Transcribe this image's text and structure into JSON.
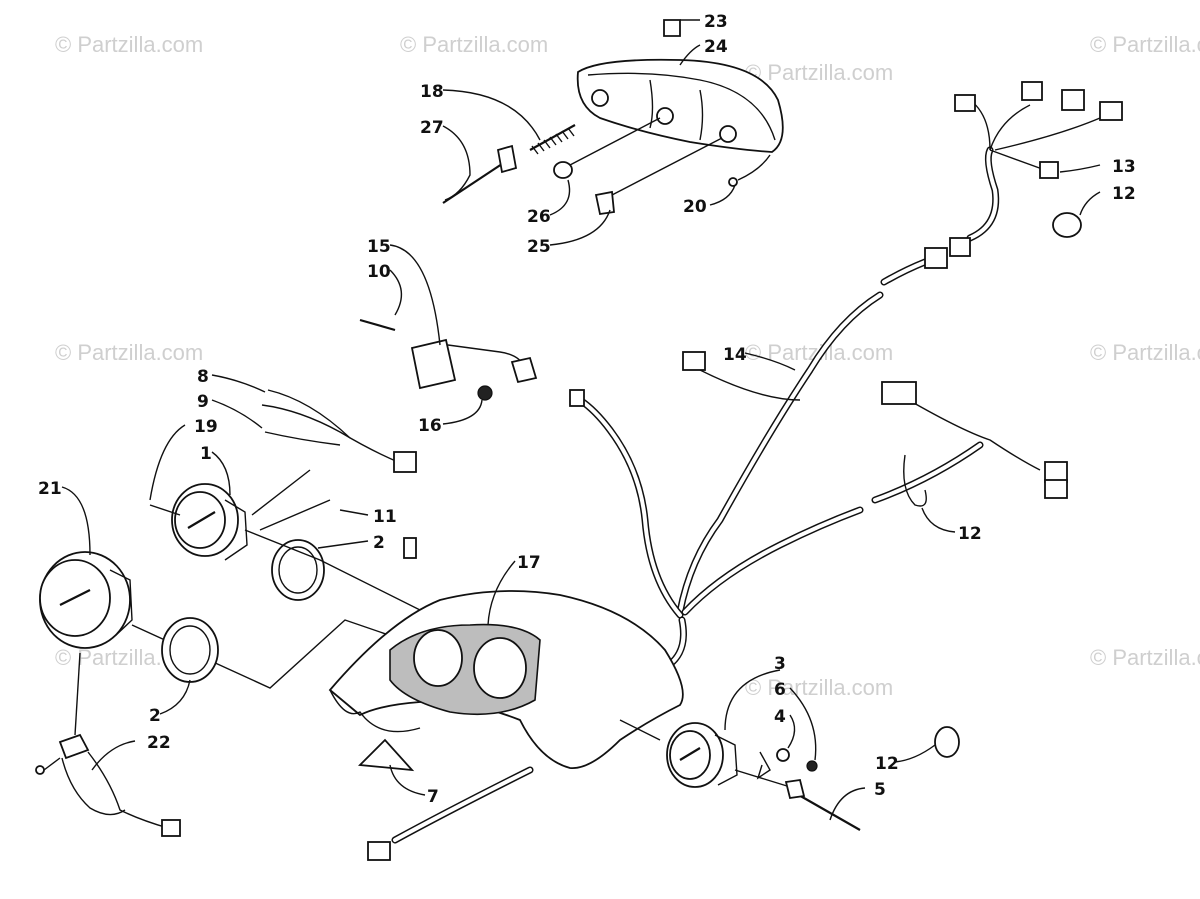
{
  "watermark": "© Partzilla.com",
  "labels": {
    "l1": "1",
    "l2a": "2",
    "l2b": "2",
    "l3": "3",
    "l4": "4",
    "l5": "5",
    "l6": "6",
    "l7": "7",
    "l8": "8",
    "l9": "9",
    "l10": "10",
    "l11": "11",
    "l12a": "12",
    "l12b": "12",
    "l12c": "12",
    "l13": "13",
    "l14": "14",
    "l15": "15",
    "l16": "16",
    "l17": "17",
    "l18": "18",
    "l19": "19",
    "l20": "20",
    "l21": "21",
    "l22": "22",
    "l23": "23",
    "l24": "24",
    "l25": "25",
    "l26": "26",
    "l27": "27"
  }
}
